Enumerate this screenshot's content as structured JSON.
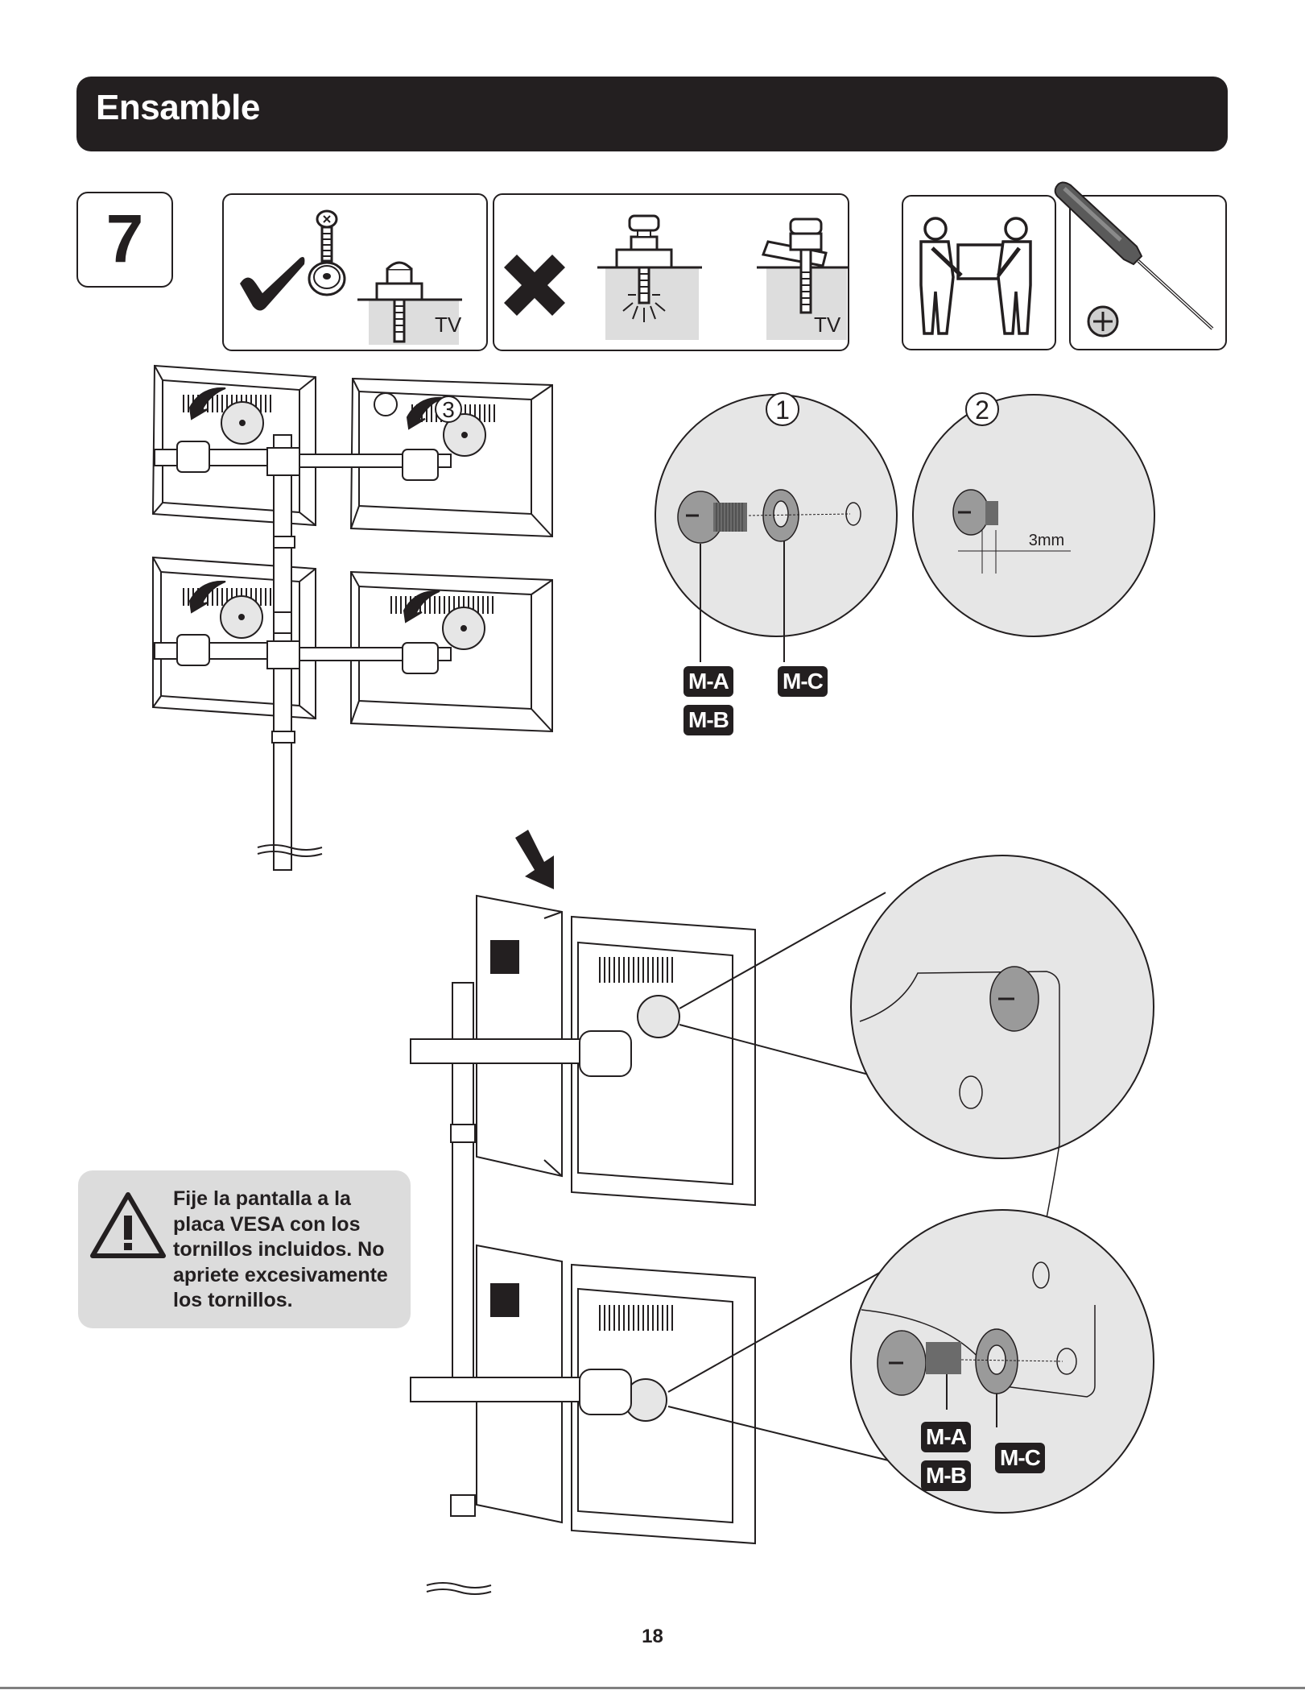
{
  "header": {
    "title": "Ensamble"
  },
  "step": {
    "number": "7"
  },
  "icons": {
    "correct_box": {
      "tv_label": "TV",
      "mark": "check-icon"
    },
    "wrong_box": {
      "tv_label": "TV",
      "mark": "x-icon"
    },
    "two_person_box": {
      "icon": "two-person-lift-icon"
    },
    "tool_box": {
      "icon": "phillips-screwdriver-icon",
      "badge": "phillips-head-icon"
    }
  },
  "upper_diagram": {
    "step_marker": "3",
    "detail_1": {
      "marker": "1"
    },
    "detail_2": {
      "marker": "2",
      "dimension": "3mm"
    },
    "parts": [
      "M-A",
      "M-B",
      "M-C"
    ]
  },
  "lower_diagram": {
    "parts": [
      "M-A",
      "M-B",
      "M-C"
    ]
  },
  "warning": {
    "icon": "warning-triangle-icon",
    "text": "Fije la pantalla a la placa VESA con los tornillos incluidos. No apriete excesivamente los tornillos."
  },
  "footer": {
    "page_number": "18"
  }
}
